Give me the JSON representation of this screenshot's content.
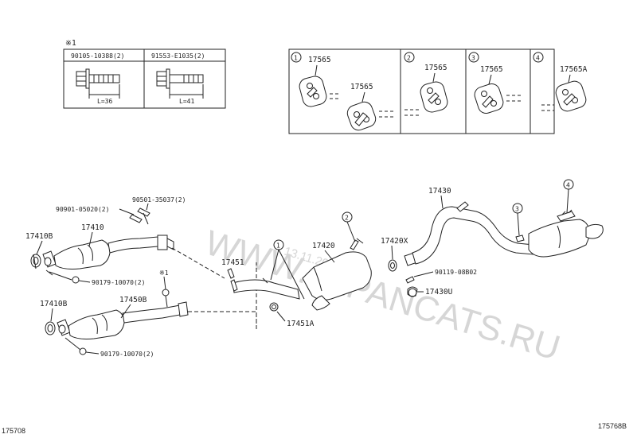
{
  "bolt_table": {
    "note": "※1",
    "col1": {
      "part": "90105-10388(2)",
      "length": "L=36"
    },
    "col2": {
      "part": "91553-E1035(2)",
      "length": "L=41"
    }
  },
  "hangers": {
    "p1": {
      "num": "1",
      "label_a": "17565",
      "label_b": "17565"
    },
    "p2": {
      "num": "2",
      "label": "17565"
    },
    "p3": {
      "num": "3",
      "label": "17565"
    },
    "p4": {
      "num": "4",
      "label": "17565A"
    }
  },
  "callouts": {
    "p17410B_top": "17410B",
    "p17410": "17410",
    "p90901": "90901-05020(2)",
    "p90501": "90501-35037(2)",
    "p90179_top": "90179-10070(2)",
    "p17451": "17451",
    "note_mark": "※1",
    "p17410B_bot": "17410B",
    "p17450B": "17450B",
    "p90179_bot": "90179-10070(2)",
    "p17420": "17420",
    "p17451A": "17451A",
    "p17420X": "17420X",
    "p90119": "90119-08B02",
    "p17430U": "17430U",
    "p17430": "17430",
    "ref1": "1",
    "ref2": "2",
    "ref3": "3",
    "ref4": "4"
  },
  "watermark": {
    "site": "WWW.JAPANCATS.RU",
    "date": "13.11.2016"
  },
  "footer": {
    "left_code": "175708",
    "right_code": "175768B"
  }
}
